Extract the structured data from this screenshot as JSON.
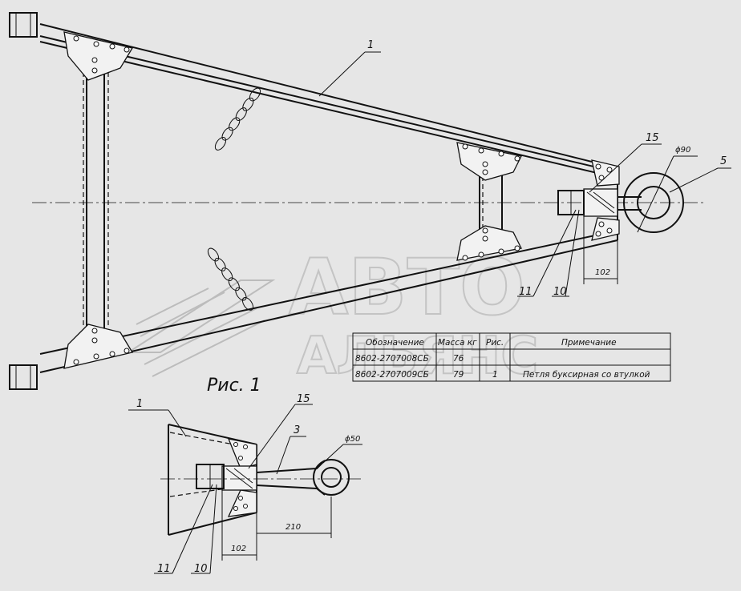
{
  "figure_caption": "Рис. 1",
  "callouts": {
    "main_1": "1",
    "main_15": "15",
    "main_5": "5",
    "main_11": "11",
    "main_10": "10",
    "detail_1": "1",
    "detail_15": "15",
    "detail_3": "3",
    "detail_11": "11",
    "detail_10": "10"
  },
  "dimensions": {
    "main_diameter": "ϕ90",
    "main_length": "102",
    "detail_diameter": "ϕ50",
    "detail_length_210": "210",
    "detail_length_102": "102"
  },
  "table": {
    "headers": [
      "Обозначение",
      "Масса кг",
      "Рис.",
      "Примечание"
    ],
    "rows": [
      [
        "8602-2707008СБ",
        "76",
        "",
        ""
      ],
      [
        "8602-2707009СБ",
        "79",
        "1",
        "Петля буксирная со втулкой"
      ]
    ]
  },
  "watermark": {
    "line1": "АВТО",
    "line2": "АЛЬЯНС"
  }
}
